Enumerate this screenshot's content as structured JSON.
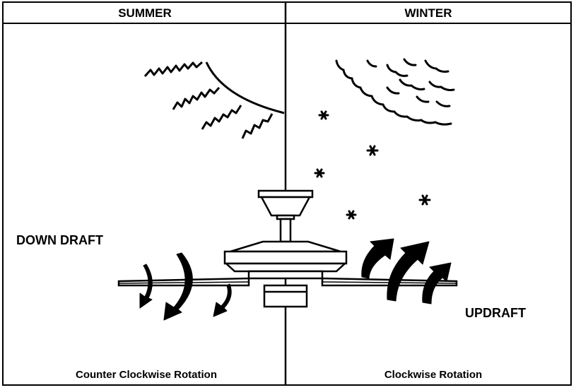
{
  "panels": {
    "summer": {
      "header": "SUMMER",
      "airflow_label": "DOWN DRAFT",
      "rotation_caption": "Counter Clockwise Rotation"
    },
    "winter": {
      "header": "WINTER",
      "airflow_label": "UPDRAFT",
      "rotation_caption": "Clockwise Rotation"
    }
  },
  "colors": {
    "ink": "#000000",
    "background": "#ffffff"
  },
  "icons": {
    "summer": "sun-icon",
    "winter": [
      "cloud-icon",
      "snowflake-icon"
    ],
    "shared": "ceiling-fan-icon"
  }
}
